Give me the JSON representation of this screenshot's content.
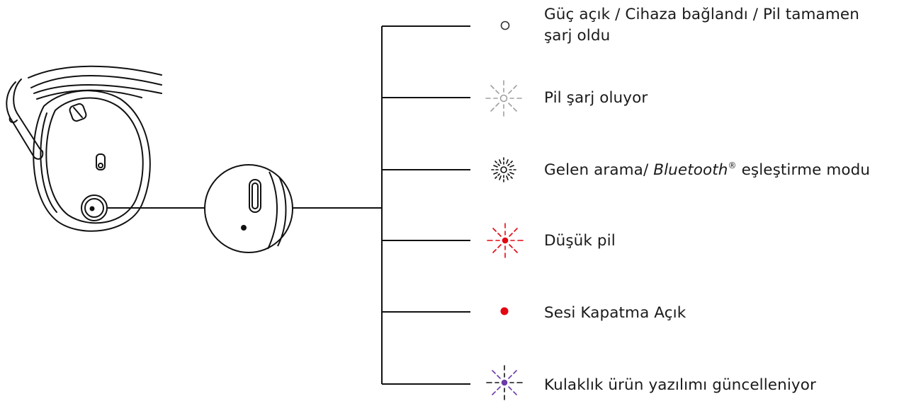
{
  "legend": [
    {
      "id": "power",
      "text_line1": "Güç açık / Cihaza bağlandı / Pil tamamen",
      "text_line2": "şarj oldu",
      "icon": "led-off-circle-icon",
      "color": "#333333"
    },
    {
      "id": "charging",
      "text": "Pil şarj oluyor",
      "icon": "led-blink-white-icon",
      "color": "#a0a0a0"
    },
    {
      "id": "pairing",
      "text_prefix": "Gelen arama/ ",
      "text_italic": "Bluetooth",
      "text_sup": "®",
      "text_suffix": " eşleştirme modu",
      "icon": "led-pulse-icon",
      "color": "#111111"
    },
    {
      "id": "low-battery",
      "text": "Düşük pil",
      "icon": "led-blink-red-icon",
      "color": "#e30613"
    },
    {
      "id": "mute",
      "text": "Sesi Kapatma Açık",
      "icon": "led-solid-red-icon",
      "color": "#e30613"
    },
    {
      "id": "firmware",
      "text": "Kulaklık ürün yazılımı güncelleniyor",
      "icon": "led-blink-purple-icon",
      "color": "#6d3aa8"
    }
  ]
}
